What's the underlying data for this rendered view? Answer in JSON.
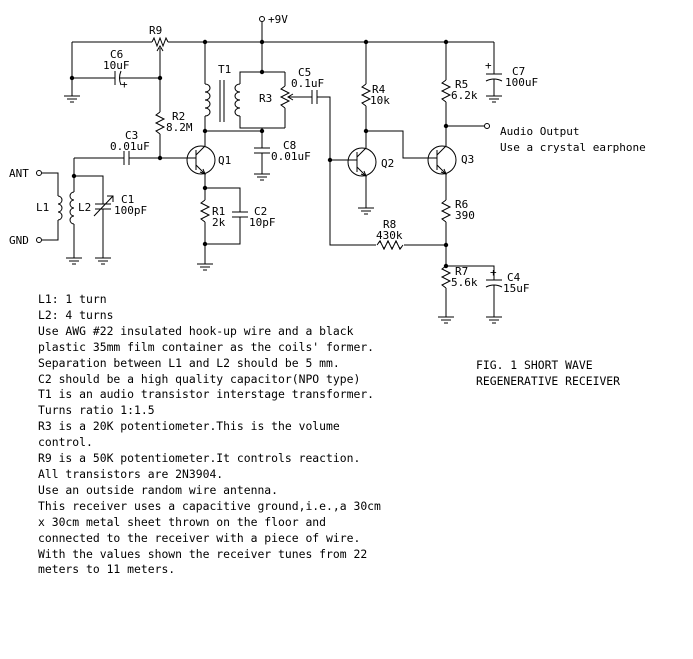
{
  "figure": {
    "caption_lines": [
      "FIG. 1 SHORT WAVE",
      "REGENERATIVE RECEIVER"
    ]
  },
  "labels": {
    "supply": "+9V",
    "ant": "ANT",
    "gnd": "GND",
    "output_1": "Audio Output",
    "output_2": "Use a crystal earphone"
  },
  "components": {
    "R9": {
      "ref": "R9"
    },
    "C6": {
      "ref": "C6",
      "value": "10uF"
    },
    "T1": {
      "ref": "T1"
    },
    "C5": {
      "ref": "C5",
      "value": "0.1uF"
    },
    "R3": {
      "ref": "R3"
    },
    "R4": {
      "ref": "R4",
      "value": "10k"
    },
    "R5": {
      "ref": "R5",
      "value": "6.2k"
    },
    "C7": {
      "ref": "C7",
      "value": "100uF"
    },
    "R2": {
      "ref": "R2",
      "value": "8.2M"
    },
    "C3": {
      "ref": "C3",
      "value": "0.01uF"
    },
    "Q1": {
      "ref": "Q1"
    },
    "C8": {
      "ref": "C8",
      "value": "0.01uF"
    },
    "Q2": {
      "ref": "Q2"
    },
    "Q3": {
      "ref": "Q3"
    },
    "L1": {
      "ref": "L1"
    },
    "L2": {
      "ref": "L2"
    },
    "C1": {
      "ref": "C1",
      "value": "100pF"
    },
    "R1": {
      "ref": "R1",
      "value": "2k"
    },
    "C2": {
      "ref": "C2",
      "value": "10pF"
    },
    "R8": {
      "ref": "R8",
      "value": "430k"
    },
    "R6": {
      "ref": "R6",
      "value": "390"
    },
    "R7": {
      "ref": "R7",
      "value": "5.6k"
    },
    "C4": {
      "ref": "C4",
      "value": "15uF"
    }
  },
  "notes": [
    "L1: 1 turn",
    "L2: 4 turns",
    "Use AWG #22 insulated hook-up wire and a black",
    "plastic 35mm film container as the coils' former.",
    "Separation between L1 and L2 should be 5 mm.",
    "C2 should be a high quality capacitor(NPO type)",
    "T1 is an audio transistor interstage transformer.",
    "Turns ratio 1:1.5",
    "R3 is a 20K potentiometer.This is the volume",
    "control.",
    "R9 is a 50K potentiometer.It controls reaction.",
    "All transistors are 2N3904.",
    "Use an outside random wire antenna.",
    "This receiver uses a capacitive ground,i.e.,a 30cm",
    "x 30cm metal sheet thrown on the floor and",
    "connected to the receiver with a piece of wire.",
    "With the values shown the receiver tunes from 22",
    "meters to 11 meters."
  ]
}
